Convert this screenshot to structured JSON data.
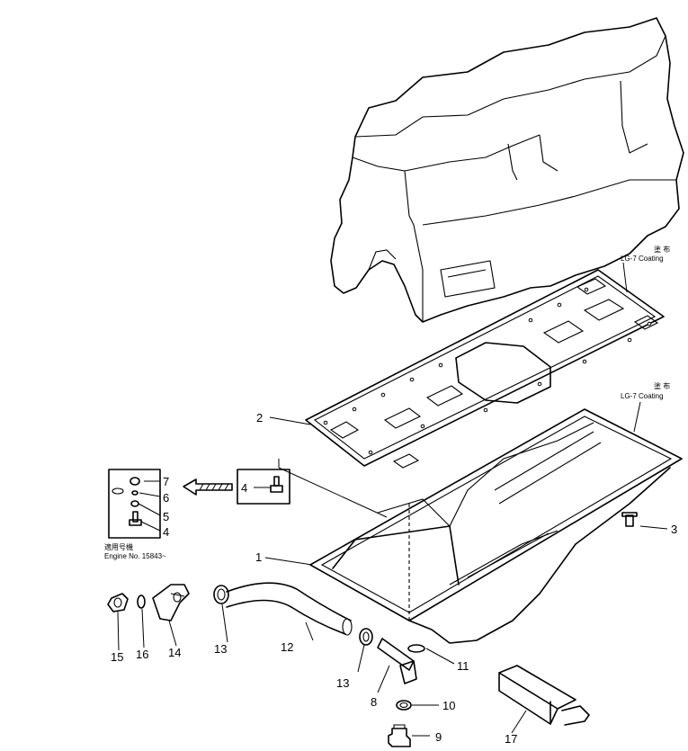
{
  "callouts": {
    "p1": "1",
    "p2": "2",
    "p3": "3",
    "p4": "4",
    "p4b": "4",
    "p5": "5",
    "p6": "6",
    "p7": "7",
    "p8": "8",
    "p9": "9",
    "p10": "10",
    "p11": "11",
    "p12": "12",
    "p13a": "13",
    "p13b": "13",
    "p14": "14",
    "p15": "15",
    "p16": "16",
    "p17": "17"
  },
  "notes": {
    "coating_top_jp": "塗 布",
    "coating_top": "LG-7  Coating",
    "coating_mid_jp": "塗 布",
    "coating_mid": "LG-7  Coating",
    "serial_jp": "適用号機",
    "serial": "Engine  No. 15843~"
  }
}
